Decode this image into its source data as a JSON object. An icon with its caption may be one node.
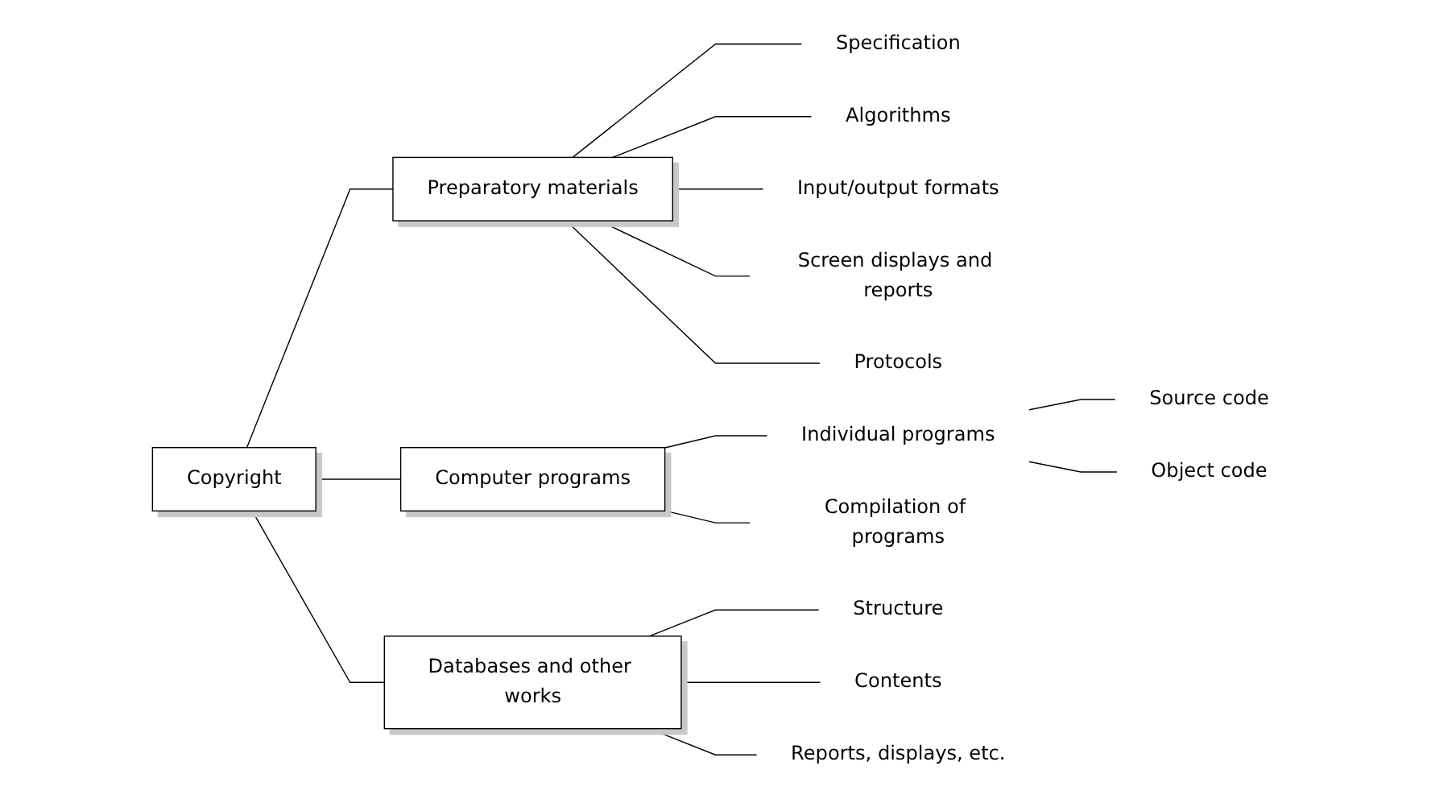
{
  "diagram": {
    "nodes": [
      {
        "text": [
          "Copyright"
        ]
      },
      {
        "text": [
          "Preparatory materials"
        ]
      },
      {
        "text": [
          "Computer programs"
        ]
      },
      {
        "text": [
          "Databases and other works"
        ]
      },
      {
        "text": [
          "Specification"
        ]
      },
      {
        "text": [
          "Algorithms"
        ]
      },
      {
        "text": [
          "Input/output formats"
        ]
      },
      {
        "text": [
          "Screen displays and reports"
        ]
      },
      {
        "text": [
          "Protocols"
        ]
      },
      {
        "text": [
          "Individual programs"
        ]
      },
      {
        "text": [
          "Source code"
        ]
      },
      {
        "text": [
          "Object code"
        ]
      },
      {
        "text": [
          "Compilation of programs"
        ]
      },
      {
        "text": [
          "Structure"
        ]
      },
      {
        "text": [
          "Contents"
        ]
      },
      {
        "text": [
          "Reports, displays, etc."
        ]
      }
    ],
    "edges": [
      {
        "from": 0,
        "to": 1,
        "arrow": "none"
      },
      {
        "from": 0,
        "to": 2,
        "arrow": "none"
      },
      {
        "from": 0,
        "to": 3,
        "arrow": "none"
      },
      {
        "from": 1,
        "to": 4,
        "arrow": "none"
      },
      {
        "from": 1,
        "to": 5,
        "arrow": "none"
      },
      {
        "from": 1,
        "to": 6,
        "arrow": "none"
      },
      {
        "from": 1,
        "to": 7,
        "arrow": "none"
      },
      {
        "from": 1,
        "to": 8,
        "arrow": "none"
      },
      {
        "from": 2,
        "to": 9,
        "arrow": "none"
      },
      {
        "from": 2,
        "to": 12,
        "arrow": "none"
      },
      {
        "from": 9,
        "to": 10,
        "arrow": "none"
      },
      {
        "from": 9,
        "to": 11,
        "arrow": "none"
      },
      {
        "from": 3,
        "to": 13,
        "arrow": "none"
      },
      {
        "from": 3,
        "to": 14,
        "arrow": "none"
      },
      {
        "from": 3,
        "to": 15,
        "arrow": "none"
      }
    ]
  }
}
